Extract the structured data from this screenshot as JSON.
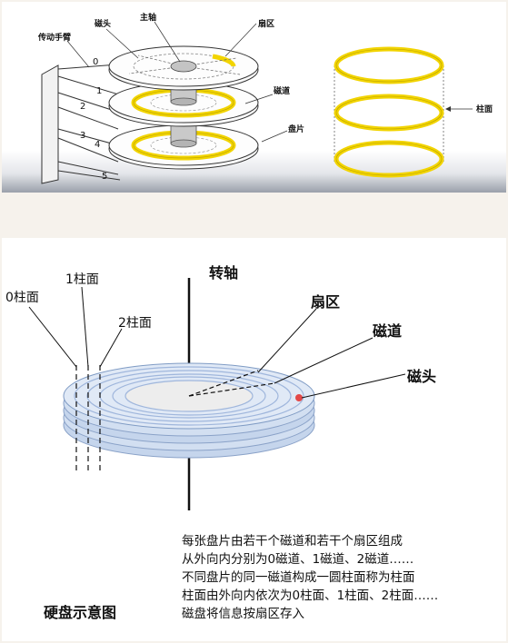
{
  "top_diagram": {
    "labels": {
      "arm": "传动手臂",
      "head": "磁头",
      "spindle": "主轴",
      "sector": "扇区",
      "track": "磁道",
      "platter": "盘片",
      "cylinder": "柱面"
    },
    "surface_numbers": [
      "0",
      "1",
      "2",
      "3",
      "4",
      "5"
    ],
    "colors": {
      "track": "#f2d400",
      "track_stroke": "#b9a200"
    }
  },
  "bottom_diagram": {
    "labels": {
      "spindle": "转轴",
      "sector": "扇区",
      "track": "磁道",
      "head": "磁头",
      "cyl0": "0柱面",
      "cyl1": "1柱面",
      "cyl2": "2柱面",
      "title": "硬盘示意图"
    },
    "description": [
      "每张盘片由若干个磁道和若干个扇区组成",
      "从外向内分别为0磁道、1磁道、2磁道……",
      "不同盘片的同一磁道构成一圆柱面称为柱面",
      "柱面由外向内依次为0柱面、1柱面、2柱面……",
      "磁盘将信息按扇区存入"
    ],
    "colors": {
      "platter": "#a9c3e6",
      "head": "#e34848"
    }
  }
}
